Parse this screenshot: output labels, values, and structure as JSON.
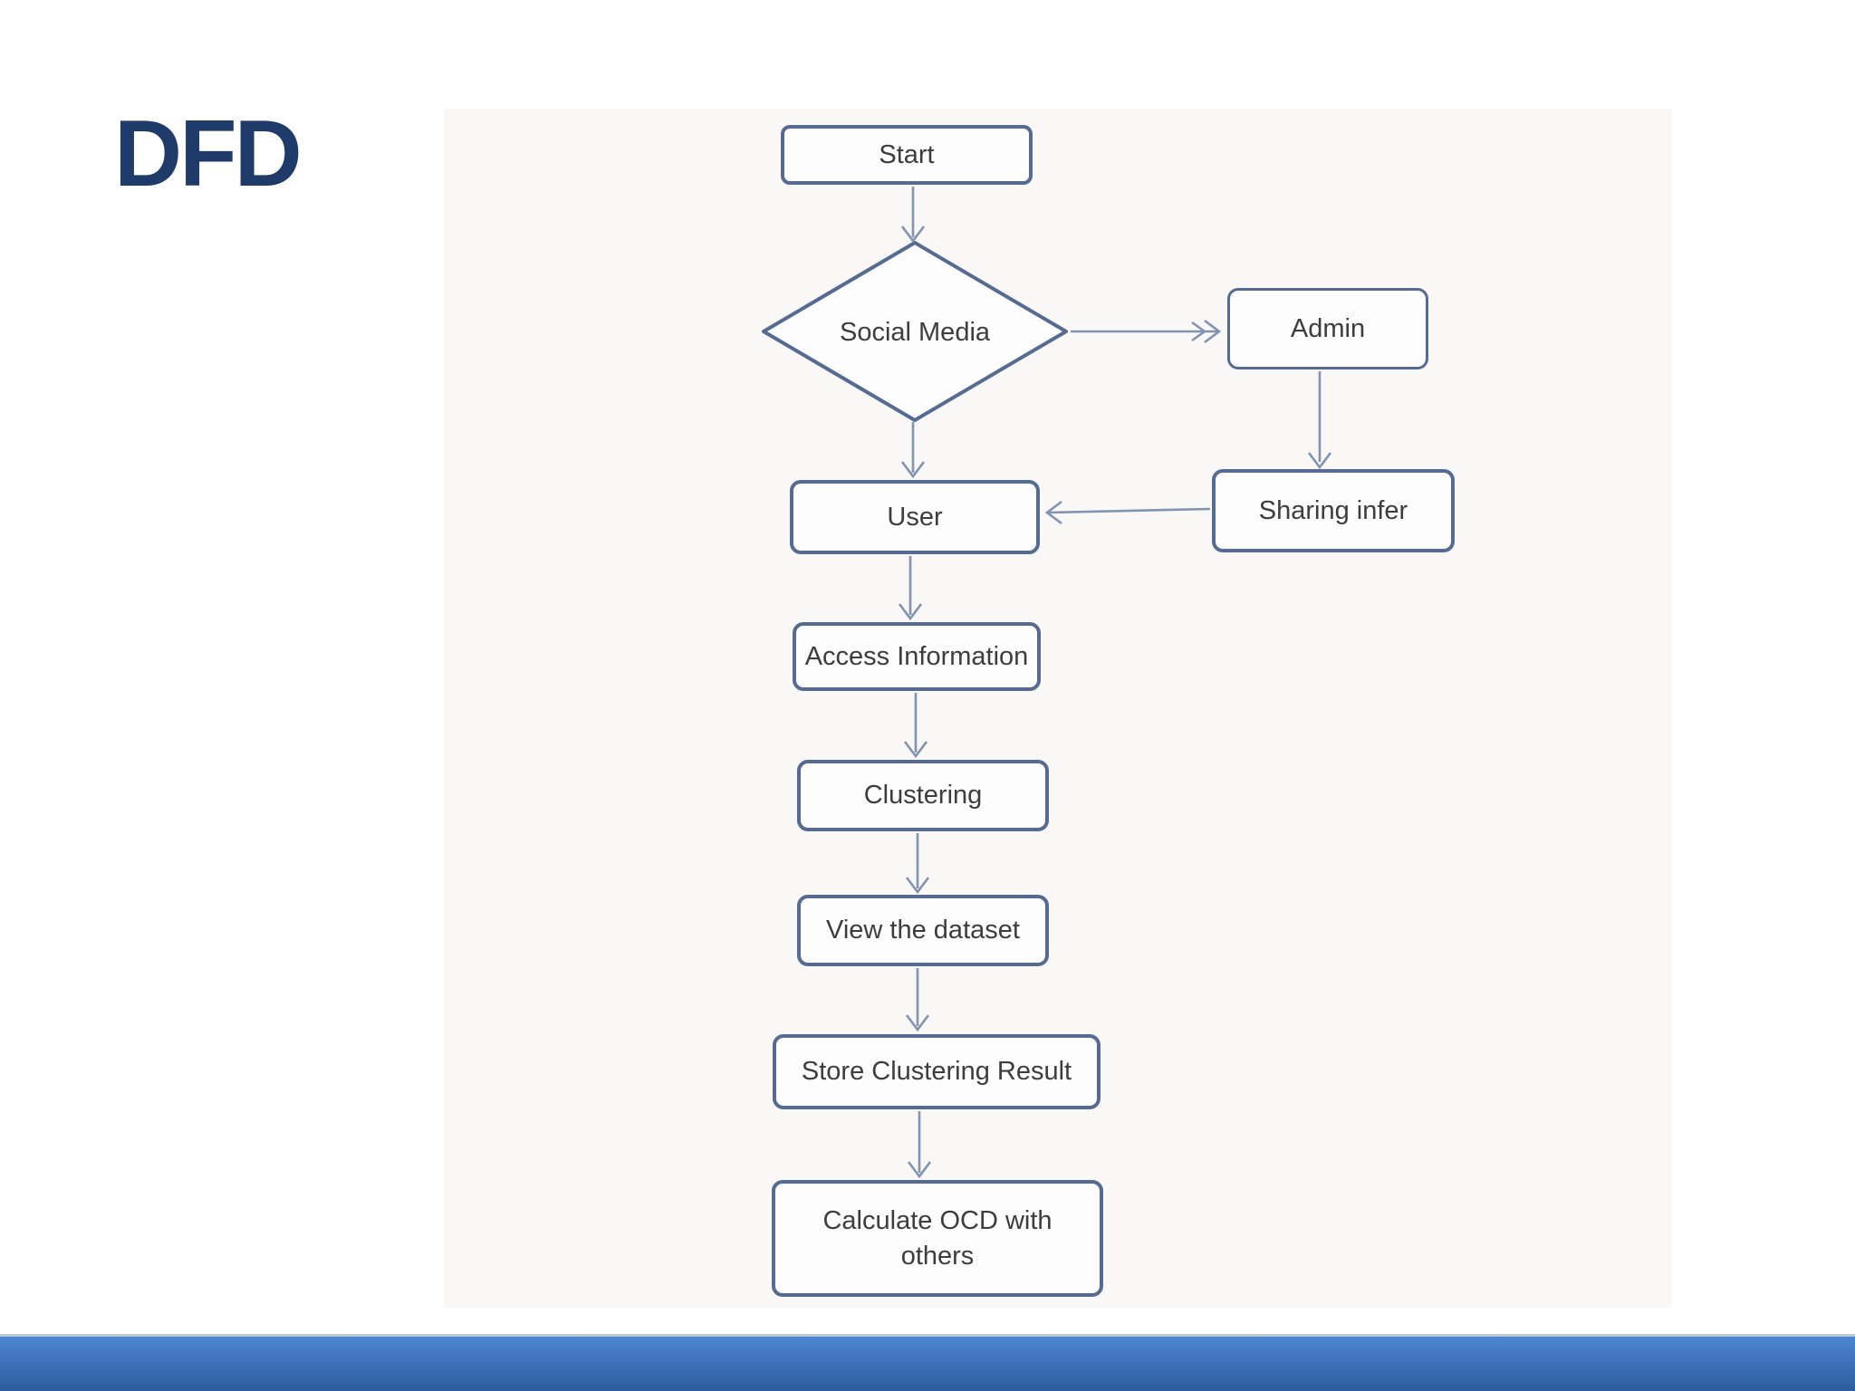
{
  "slide": {
    "title": "DFD",
    "colors": {
      "title": "#1f3b69",
      "box_border": "#566b92",
      "connector": "#8093b0",
      "box_text": "#3d3d3d",
      "bar_top": "#4e86cf",
      "bar_bottom": "#2d5c9b"
    }
  },
  "diagram": {
    "type": "flowchart",
    "nodes": [
      {
        "id": "start",
        "label": "Start",
        "shape": "rounded-rect"
      },
      {
        "id": "social-media",
        "label": "Social Media",
        "shape": "diamond"
      },
      {
        "id": "admin",
        "label": "Admin",
        "shape": "rounded-rect"
      },
      {
        "id": "sharing-infer",
        "label": "Sharing infer",
        "shape": "rounded-rect"
      },
      {
        "id": "user",
        "label": "User",
        "shape": "rounded-rect"
      },
      {
        "id": "access-information",
        "label": "Access Information",
        "shape": "rounded-rect"
      },
      {
        "id": "clustering",
        "label": "Clustering",
        "shape": "rounded-rect"
      },
      {
        "id": "view-the-dataset",
        "label": "View the dataset",
        "shape": "rounded-rect"
      },
      {
        "id": "store-clustering-result",
        "label": "Store Clustering Result",
        "shape": "rounded-rect"
      },
      {
        "id": "calculate-ocd",
        "label": "Calculate OCD with others",
        "shape": "rounded-rect"
      }
    ],
    "edges": [
      {
        "from": "start",
        "to": "social-media"
      },
      {
        "from": "social-media",
        "to": "admin"
      },
      {
        "from": "admin",
        "to": "sharing-infer"
      },
      {
        "from": "sharing-infer",
        "to": "user"
      },
      {
        "from": "social-media",
        "to": "user"
      },
      {
        "from": "user",
        "to": "access-information"
      },
      {
        "from": "access-information",
        "to": "clustering"
      },
      {
        "from": "clustering",
        "to": "view-the-dataset"
      },
      {
        "from": "view-the-dataset",
        "to": "store-clustering-result"
      },
      {
        "from": "store-clustering-result",
        "to": "calculate-ocd"
      }
    ]
  }
}
